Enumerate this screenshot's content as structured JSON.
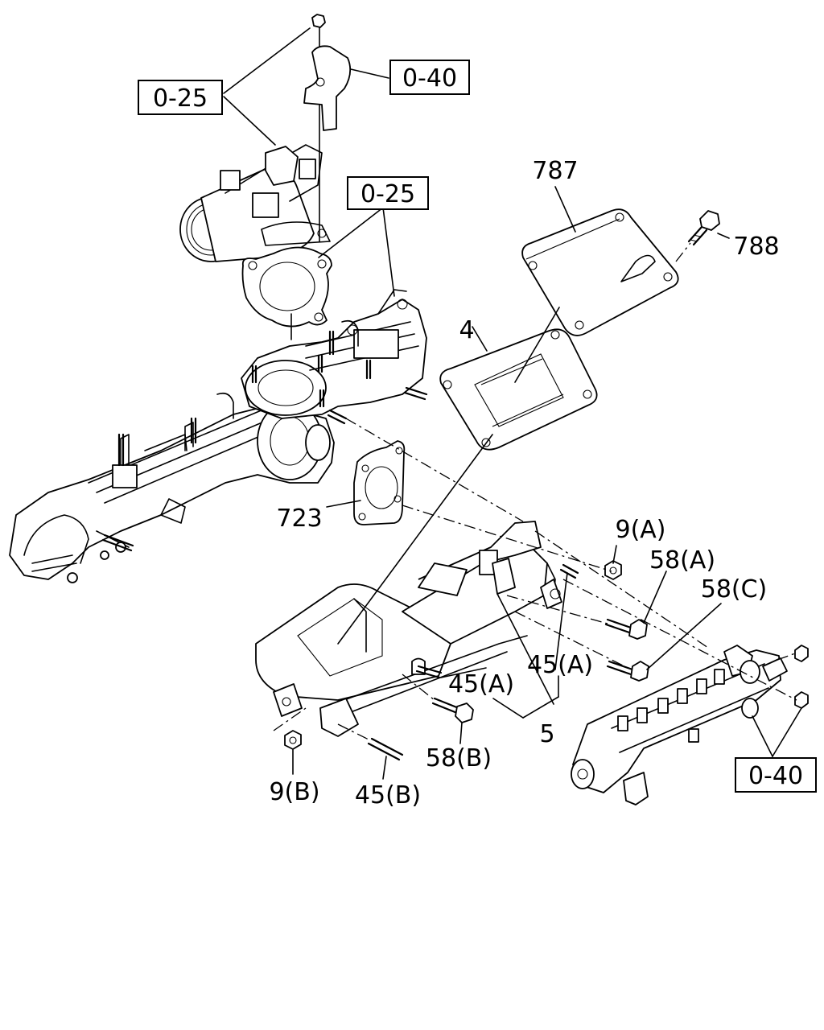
{
  "callouts": {
    "ref_0_25_top": "0-25",
    "ref_0_40_top": "0-40",
    "ref_0_25_mid": "0-25",
    "ref_0_40_bottom": "0-40",
    "p787": "787",
    "p788": "788",
    "p4": "4",
    "p723": "723",
    "p9a": "9(A)",
    "p58a": "58(A)",
    "p58c": "58(C)",
    "p45a_left": "45(A)",
    "p45a_right": "45(A)",
    "p5": "5",
    "p58b": "58(B)",
    "p9b": "9(B)",
    "p45b": "45(B)"
  }
}
